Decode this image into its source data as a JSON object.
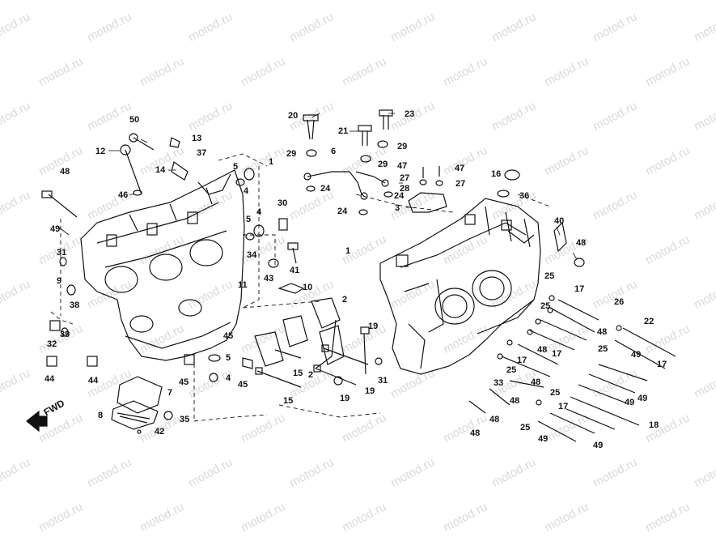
{
  "watermark": {
    "text": "motod.ru"
  },
  "direction_label": {
    "text": "FWD"
  },
  "callouts": {
    "c50": "50",
    "c13": "13",
    "c37": "37",
    "c12": "12",
    "c14": "14",
    "c46": "46",
    "c48a": "48",
    "c49a": "49",
    "c5a": "5",
    "c4a": "4",
    "c1a": "1",
    "c30": "30",
    "c5b": "5",
    "c4b": "4",
    "c31a": "31",
    "c34": "34",
    "c9": "9",
    "c38": "38",
    "c11": "11",
    "c43": "43",
    "c41": "41",
    "c10": "10",
    "c32": "32",
    "c39": "39",
    "c44a": "44",
    "c44b": "44",
    "c45a": "45",
    "c5c": "5",
    "c4c": "4",
    "c45b": "45",
    "c45c": "45",
    "c7": "7",
    "c8": "8",
    "c35": "35",
    "c42": "42",
    "c20": "20",
    "c23": "23",
    "c21": "21",
    "c29a": "29",
    "c6": "6",
    "c29b": "29",
    "c29c": "29",
    "c47a": "47",
    "c47b": "47",
    "c27a": "27",
    "c27b": "27",
    "c28": "28",
    "c24a": "24",
    "c24b": "24",
    "c24c": "24",
    "c3": "3",
    "c16": "16",
    "c36": "36",
    "c40": "40",
    "c48b": "48",
    "c1b": "1",
    "c25a": "25",
    "c17a": "17",
    "c26": "26",
    "c25b": "25",
    "c48c": "48",
    "c22": "22",
    "c2a": "2",
    "c19a": "19",
    "c15a": "15",
    "c2b": "2",
    "c19b": "19",
    "c15b": "15",
    "c31b": "31",
    "c19c": "19",
    "c48d": "48",
    "c17b": "17",
    "c25c": "25",
    "c49b": "49",
    "c17c": "17",
    "c33": "33",
    "c48e": "48",
    "c48f": "48",
    "c25d": "25",
    "c49c": "49",
    "c18": "18",
    "c17d": "17",
    "c48g": "48",
    "c25e": "25",
    "c49d": "49",
    "c49e": "49",
    "c48h": "48",
    "c17e": "17",
    "c25f": "25",
    "c49f": "49"
  }
}
